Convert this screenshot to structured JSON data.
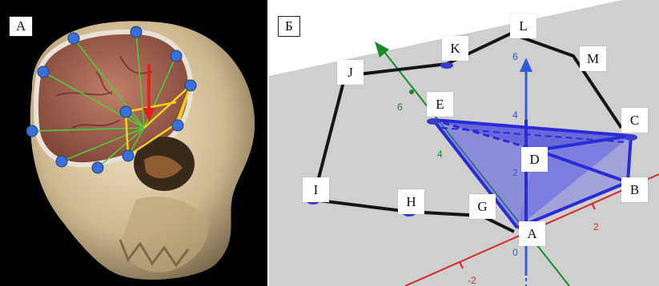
{
  "panel_a": {
    "tag": "А",
    "colors": {
      "bone": "#d9c9a3",
      "brain": "#a86a55",
      "landmark": "#3b6fd6",
      "green_line": "#4ecb3a",
      "yellow_line": "#f2d21b",
      "red_arrow": "#e0241b"
    }
  },
  "panel_b": {
    "tag": "Б",
    "vertices": [
      "A",
      "B",
      "C",
      "D",
      "E",
      "G",
      "H",
      "I",
      "J",
      "K",
      "L",
      "M"
    ],
    "axis_ticks": {
      "z": [
        "6",
        "4",
        "2",
        "0"
      ],
      "y": [
        "6",
        "4"
      ],
      "x": [
        "2",
        "-2"
      ]
    },
    "colors": {
      "polygon": "#151515",
      "pyramid": "#2b2bd6",
      "pyramid_fill": "#5555e0",
      "z_axis": "#2f5bd8",
      "y_axis": "#1a8a2e",
      "x_axis": "#d62828"
    }
  }
}
